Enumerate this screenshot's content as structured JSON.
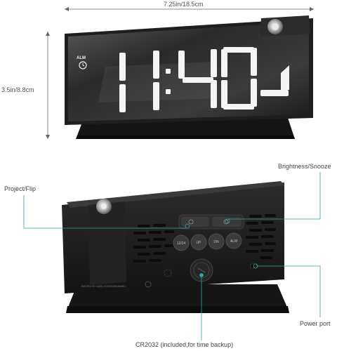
{
  "dimensions": {
    "width_label": "7.25in/18.5cm",
    "height_label": "3.5in/8.8cm"
  },
  "front_display": {
    "time": "1140",
    "alarm_badge": "ALM"
  },
  "callouts": {
    "project_flip": "Project/Flip",
    "brightness_snooze": "Brightness/Snooze",
    "power_port": "Power port",
    "battery": "CR2032 (included,for time backup)"
  },
  "back_panel": {
    "buttons": [
      "12/24",
      "UP",
      "DN",
      "ALM"
    ],
    "rating_text": "RATED:5V 1A(5) 2023030643688U"
  },
  "colors": {
    "device_black": "#1a1a1a",
    "digit_white": "#f4f4f4",
    "callout_line": "#2fa7a0"
  }
}
